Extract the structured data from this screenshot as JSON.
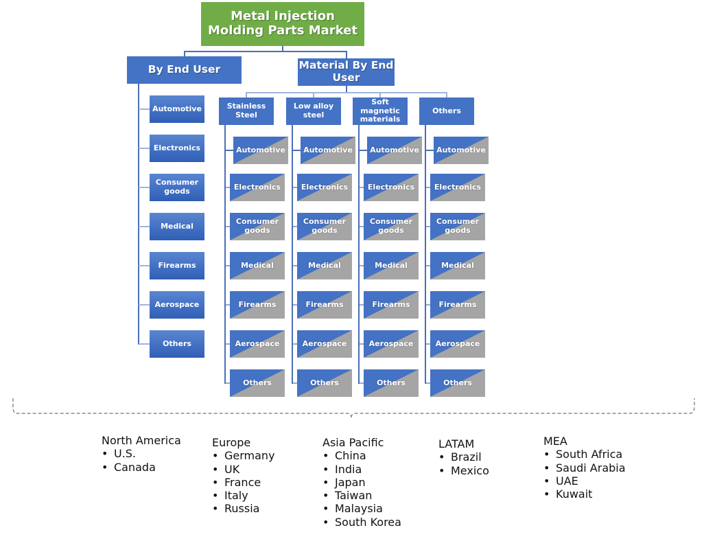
{
  "root": {
    "title": "Metal Injection Molding Parts Market"
  },
  "branches": {
    "end_user": {
      "label": "By End User"
    },
    "material": {
      "label": "Material By End User"
    }
  },
  "end_user_items": [
    "Automotive",
    "Electronics",
    "Consumer goods",
    "Medical",
    "Firearms",
    "Aerospace",
    "Others"
  ],
  "materials": [
    {
      "label": "Stainless Steel",
      "items": [
        "Automotive",
        "Electronics",
        "Consumer goods",
        "Medical",
        "Firearms",
        "Aerospace",
        "Others"
      ]
    },
    {
      "label": "Low alloy steel",
      "items": [
        "Automotive",
        "Electronics",
        "Consumer goods",
        "Medical",
        "Firearms",
        "Aerospace",
        "Others"
      ]
    },
    {
      "label": "Soft magnetic materials",
      "items": [
        "Automotive",
        "Electronics",
        "Consumer goods",
        "Medical",
        "Firearms",
        "Aerospace",
        "Others"
      ]
    },
    {
      "label": "Others",
      "items": [
        "Automotive",
        "Electronics",
        "Consumer goods",
        "Medical",
        "Firearms",
        "Aerospace",
        "Others"
      ]
    }
  ],
  "regions": [
    {
      "name": "North America",
      "countries": [
        "U.S.",
        "Canada"
      ]
    },
    {
      "name": "Europe",
      "countries": [
        "Germany",
        "UK",
        "France",
        "Italy",
        "Russia"
      ]
    },
    {
      "name": "Asia Pacific",
      "countries": [
        "China",
        "India",
        "Japan",
        "Taiwan",
        "Malaysia",
        "South Korea"
      ]
    },
    {
      "name": "LATAM",
      "countries": [
        "Brazil",
        "Mexico"
      ]
    },
    {
      "name": "MEA",
      "countries": [
        "South Africa",
        "Saudi Arabia",
        "UAE",
        "Kuwait"
      ]
    }
  ],
  "colors": {
    "root": "#70ad47",
    "node": "#4472c4",
    "diagonal": "#a5a5a5"
  }
}
